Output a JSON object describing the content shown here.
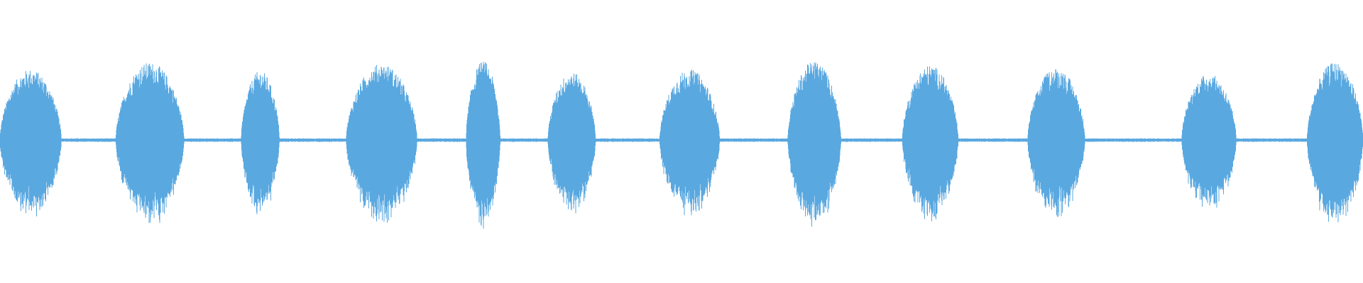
{
  "waveform": {
    "color": "#5aa8e0",
    "background": "#ffffff",
    "bursts": [
      {
        "start": 0.0,
        "end": 0.045,
        "amplitude": 0.5
      },
      {
        "start": 0.085,
        "end": 0.135,
        "amplitude": 0.55
      },
      {
        "start": 0.177,
        "end": 0.205,
        "amplitude": 0.49
      },
      {
        "start": 0.254,
        "end": 0.306,
        "amplitude": 0.54
      },
      {
        "start": 0.342,
        "end": 0.367,
        "amplitude": 0.56
      },
      {
        "start": 0.402,
        "end": 0.437,
        "amplitude": 0.48
      },
      {
        "start": 0.484,
        "end": 0.528,
        "amplitude": 0.5
      },
      {
        "start": 0.578,
        "end": 0.617,
        "amplitude": 0.56
      },
      {
        "start": 0.662,
        "end": 0.703,
        "amplitude": 0.53
      },
      {
        "start": 0.754,
        "end": 0.796,
        "amplitude": 0.51
      },
      {
        "start": 0.867,
        "end": 0.907,
        "amplitude": 0.47
      },
      {
        "start": 0.959,
        "end": 1.0,
        "amplitude": 0.55
      }
    ],
    "noise_amplitude": 0.012
  }
}
